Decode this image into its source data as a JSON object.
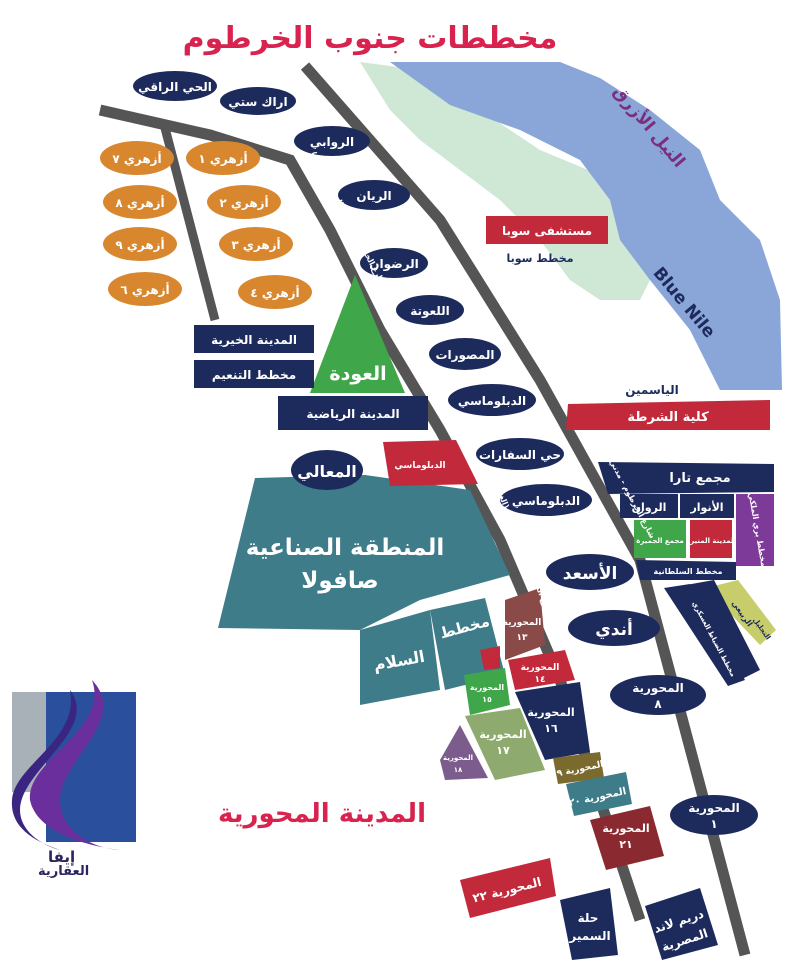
{
  "map": {
    "title": "مخططات جنوب الخرطوم",
    "city_label": "المدينة المحورية",
    "river": {
      "label_ar": "النيل الأزرق",
      "label_en": "Blue Nile",
      "color": "#8aa5d8"
    },
    "roads": {
      "east_road": "شارع الخرطوم - مدني",
      "west_road": "شارع الخرطوم - مدني الجديد (الغربي)"
    },
    "places": {
      "hay_raqi": "الحي الراقي",
      "arak_city": "اراك ستي",
      "rawabi": "الروابي",
      "rayan": "الريان",
      "ridwan": "الرضوان",
      "lamota": "اللعوتة",
      "masourat": "المصورات",
      "diplomasi1": "الدبلوماسي",
      "safarat": "حي السفارات",
      "diplomasi2": "الدبلوماسي",
      "diplomasi3": "الدبلوماسي",
      "asaad": "الأسعد",
      "andi": "أندي",
      "maali": "المعالي",
      "zahri7": "أزهري ٧",
      "zahri1": "أزهري ١",
      "zahri8": "أزهري ٨",
      "zahri2": "أزهري ٢",
      "zahri9": "أزهري ٩",
      "zahri3": "أزهري ٣",
      "zahri6": "أزهري ٦",
      "zahri4": "أزهري ٤",
      "khairiya": "المدينة الخيرية",
      "tanaeem": "مخطط التنعيم",
      "awda": "العودة",
      "riyadiya": "المدينة الرياضية",
      "soba_hospital": "مستشفى سوبا",
      "soba_plan": "مخطط سوبا",
      "yasmeen": "الياسمين",
      "police_college": "كلية الشرطة",
      "tara": "مجمع تارا",
      "anwar": "الأنوار",
      "rawan": "الروان",
      "mojamaa_juhaira": "مجمع الجميرة",
      "madina_munira": "المدينة المنيرة",
      "kabbar": "مخطط بري الملكي",
      "soltaniya": "مخطط السلطانية",
      "rubaiy": "الربيعي",
      "altajlil": "التجليل",
      "askari": "مخطط الضباط العسكري",
      "industrial_1": "المنطقة الصناعية",
      "industrial_2": "صافولا",
      "salam": "السلام",
      "mukhattat": "مخطط",
      "mahwariya1": "المحورية",
      "mahwariya1_n": "١",
      "mahwariya8": "المحورية",
      "mahwariya8_n": "٨",
      "mahwariya13": "المحورية",
      "mahwariya13_n": "١٣",
      "mahwariya14": "المحورية",
      "mahwariya14_n": "١٤",
      "mahwariya15": "المحورية",
      "mahwariya15_n": "١٥",
      "mahwariya16": "المحورية",
      "mahwariya16_n": "١٦",
      "mahwariya17": "المحورية",
      "mahwariya17_n": "١٧",
      "mahwariya18": "المحورية",
      "mahwariya18_n": "١٨",
      "mahwariya19": "المحورية ١٩",
      "mahwariya20": "المحورية ٢٠",
      "mahwariya21": "المحورية",
      "mahwariya21_n": "٢١",
      "mahwariya22": "المحورية ٢٢",
      "hilla": "حلة",
      "samir": "السمير",
      "dreamland": "دريم لاند",
      "masriya": "المصرية"
    }
  },
  "logo": {
    "line1": "إيفا",
    "line2": "العقارية"
  }
}
